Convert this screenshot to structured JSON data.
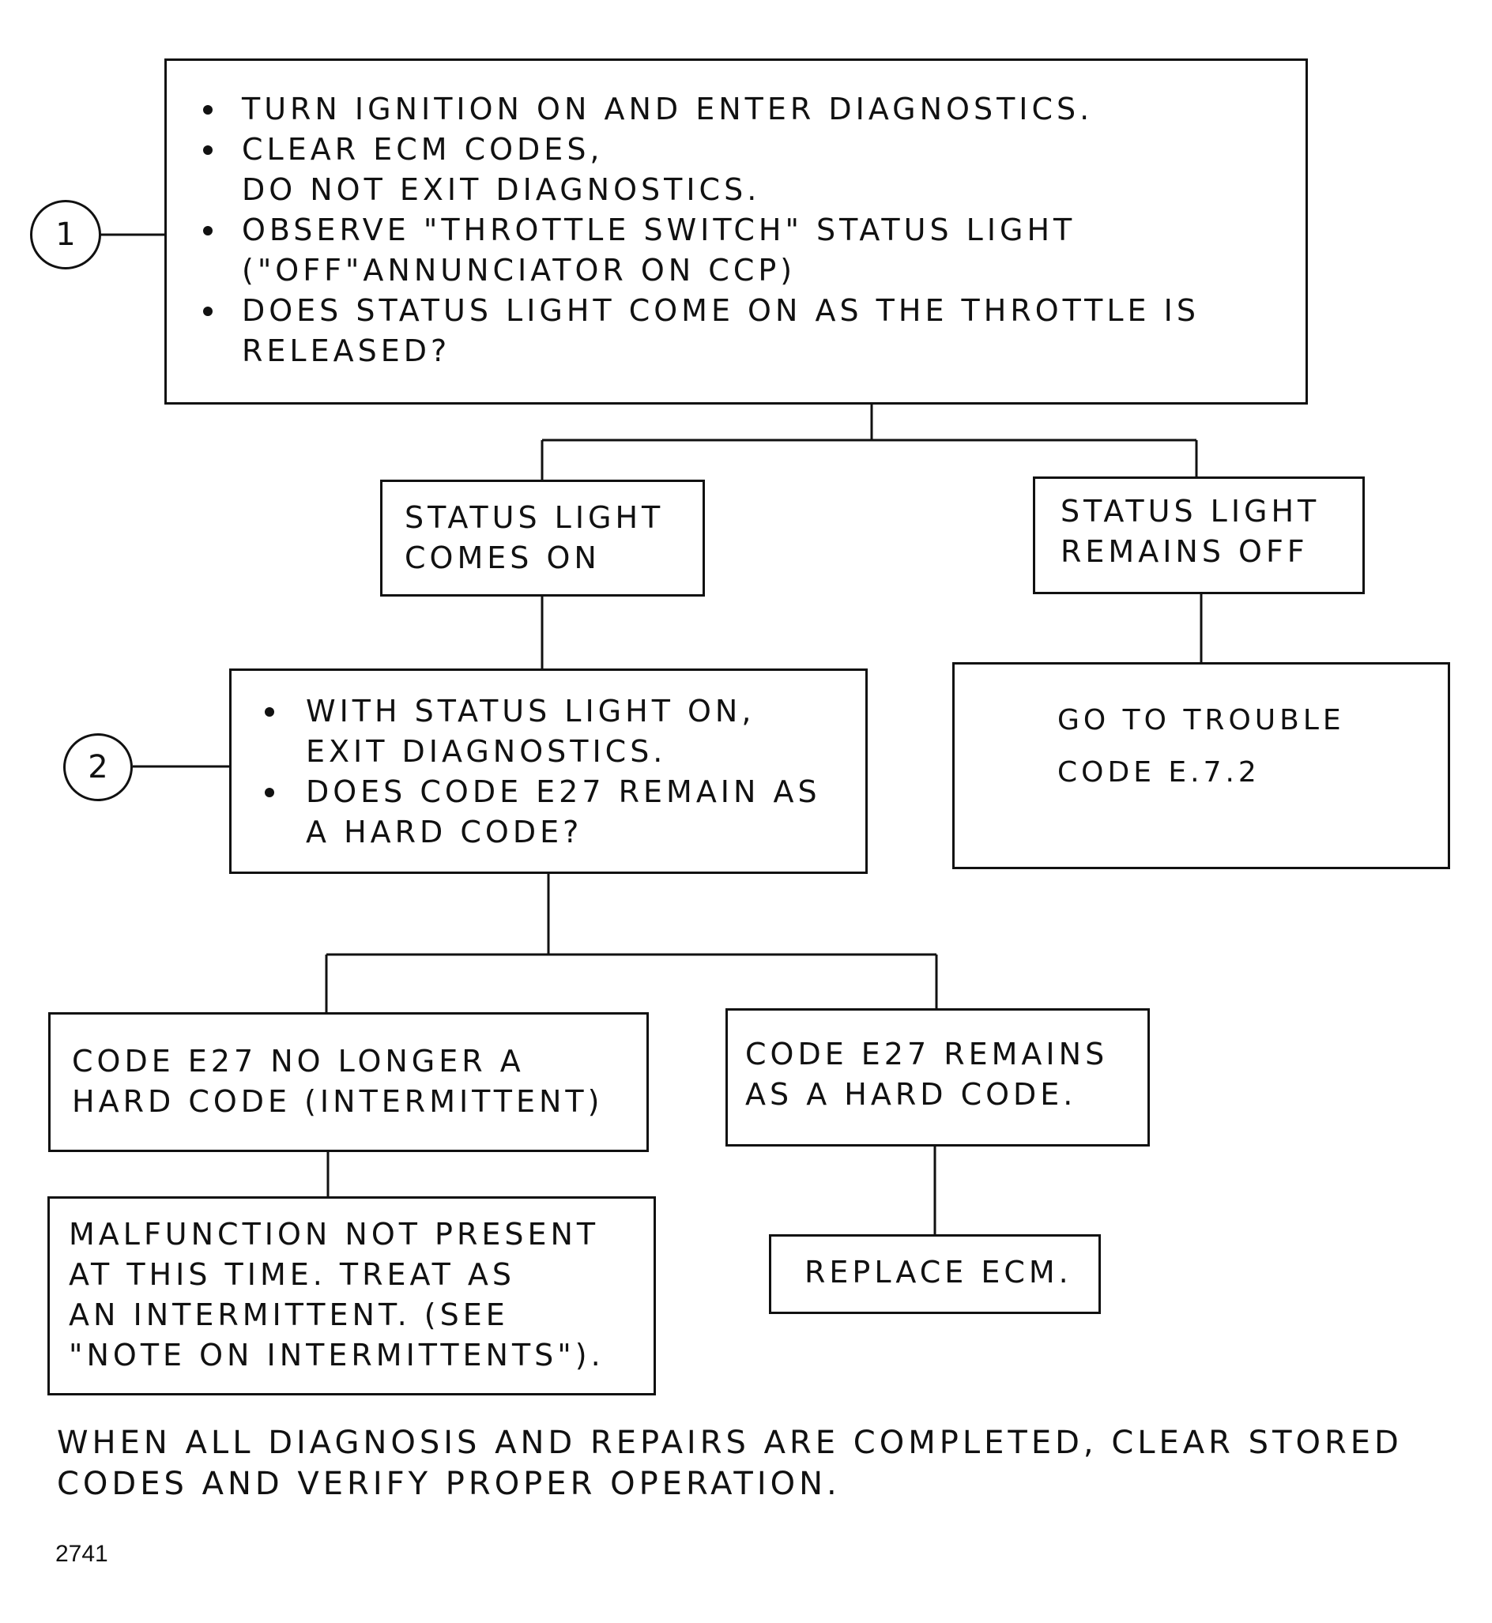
{
  "step1": {
    "number": "1",
    "bullets": [
      "TURN IGNITION ON AND ENTER DIAGNOSTICS.",
      "CLEAR ECM CODES,\nDO NOT EXIT DIAGNOSTICS.",
      "OBSERVE \"THROTTLE SWITCH\" STATUS LIGHT\n(\"OFF\"ANNUNCIATOR ON CCP)",
      "DOES STATUS LIGHT COME ON AS THE THROTTLE IS\nRELEASED?"
    ]
  },
  "branch_on": "STATUS LIGHT\nCOMES ON",
  "branch_off": "STATUS LIGHT\nREMAINS OFF",
  "goto_trouble": "GO TO TROUBLE\n\nCODE E.7.2",
  "step2": {
    "number": "2",
    "bullets": [
      "WITH STATUS LIGHT ON,\nEXIT DIAGNOSTICS.",
      "DOES CODE E27 REMAIN AS\nA HARD CODE?"
    ]
  },
  "no_longer_hard": "CODE E27 NO LONGER A\nHARD CODE (INTERMITTENT)",
  "remains_hard": "CODE E27 REMAINS\nAS A HARD CODE.",
  "malfunction": "MALFUNCTION NOT PRESENT\nAT THIS TIME. TREAT AS\nAN INTERMITTENT. (SEE\n\"NOTE ON INTERMITTENTS\").",
  "replace_ecm": "REPLACE ECM.",
  "footer": "WHEN ALL DIAGNOSIS AND REPAIRS ARE COMPLETED, CLEAR STORED\nCODES AND VERIFY PROPER OPERATION.",
  "figure_number": "2741"
}
